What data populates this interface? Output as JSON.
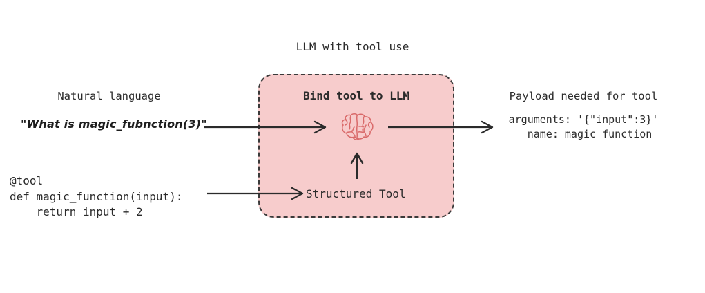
{
  "diagram": {
    "title": "LLM with tool use",
    "background_color": "#ffffff",
    "text_color": "#2b2b2b"
  },
  "left_column": {
    "heading": "Natural language",
    "user_query": "\"What is magic_fubnction(3)\"",
    "tool_code": "@tool\ndef magic_function(input):\n    return input + 2"
  },
  "llm_box": {
    "heading": "Bind tool to LLM",
    "fill_color": "#f7cccc",
    "border_color": "#3a3a3a",
    "border_style": "dashed",
    "brain_icon_name": "brain-icon",
    "brain_icon_color": "#d96a6a",
    "structured_tool_label": "Structured Tool"
  },
  "right_column": {
    "heading": "Payload needed for tool",
    "payload": "arguments: '{\"input\":3}'\n  name: magic_function"
  },
  "arrows": {
    "color": "#2b2b2b",
    "query_to_llm": "arrow-query-to-llm",
    "tool_to_structured_tool": "arrow-tool-to-structured-tool",
    "structured_tool_to_brain": "arrow-structured-tool-to-brain",
    "llm_to_payload": "arrow-llm-to-payload"
  }
}
